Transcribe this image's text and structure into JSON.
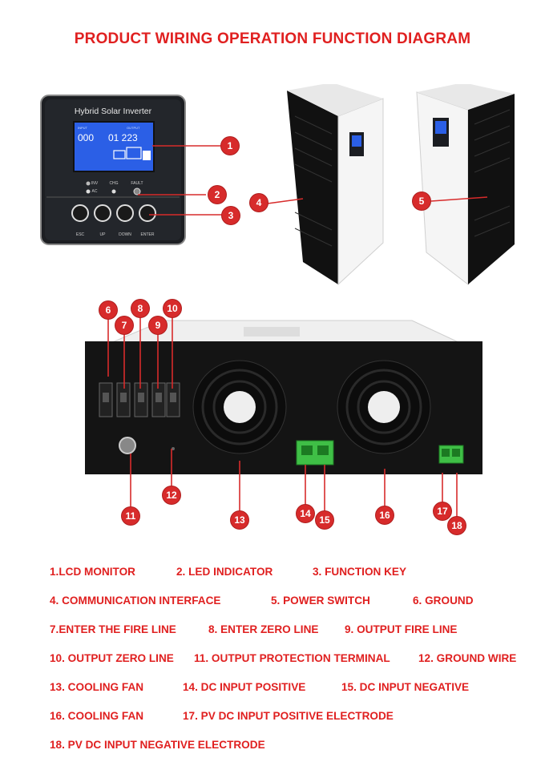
{
  "title": "PRODUCT WIRING OPERATION FUNCTION DIAGRAM",
  "panel": {
    "name": "Hybrid Solar Inverter",
    "lcd_input_label": "INPUT",
    "lcd_output_label": "OUTPUT",
    "lcd_left_value": "000",
    "lcd_right_value": "01 223",
    "led_labels": [
      "INV",
      "AC",
      "CHG",
      "FAULT"
    ],
    "key_labels": [
      "ESC",
      "UP",
      "DOWN",
      "ENTER"
    ]
  },
  "callouts": [
    "1",
    "2",
    "3",
    "4",
    "5",
    "6",
    "7",
    "8",
    "9",
    "10",
    "11",
    "12",
    "13",
    "14",
    "15",
    "16",
    "17",
    "18"
  ],
  "legend": [
    [
      "1.LCD MONITOR",
      "2. LED INDICATOR",
      "3. FUNCTION KEY"
    ],
    [
      "4. COMMUNICATION INTERFACE",
      "5. POWER SWITCH",
      "6. GROUND"
    ],
    [
      "7.ENTER THE FIRE LINE",
      "8. ENTER ZERO LINE",
      "9. OUTPUT FIRE LINE"
    ],
    [
      "10. OUTPUT ZERO LINE",
      "11. OUTPUT PROTECTION TERMINAL",
      "12. GROUND WIRE"
    ],
    [
      "13. COOLING FAN",
      "14. DC INPUT POSITIVE",
      "15. DC INPUT NEGATIVE"
    ],
    [
      "16. COOLING FAN",
      "17. PV DC INPUT POSITIVE ELECTRODE"
    ],
    [
      "18. PV DC INPUT NEGATIVE ELECTRODE"
    ]
  ]
}
